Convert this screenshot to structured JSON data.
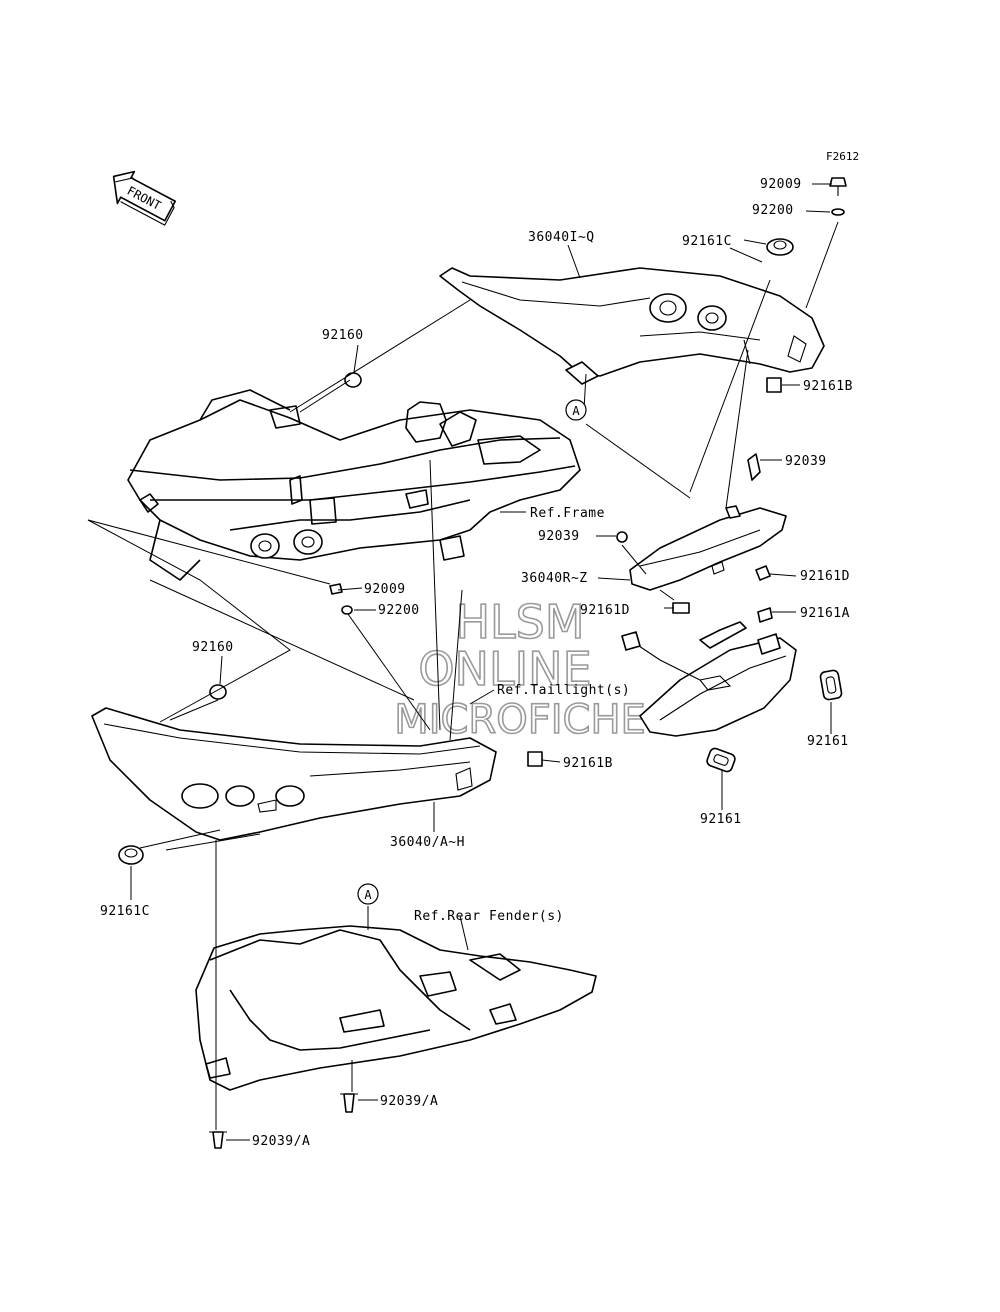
{
  "figure_code": "F2612",
  "direction_label": "FRONT",
  "parts": [
    {
      "id": "p-92009-top",
      "number": "92009"
    },
    {
      "id": "p-92200-top",
      "number": "92200"
    },
    {
      "id": "p-92161C-top",
      "number": "92161C"
    },
    {
      "id": "p-36040I-Q",
      "number": "36040I~Q"
    },
    {
      "id": "p-92160-top",
      "number": "92160"
    },
    {
      "id": "p-92161B-right",
      "number": "92161B"
    },
    {
      "id": "p-92039-right",
      "number": "92039"
    },
    {
      "id": "p-92039-mid",
      "number": "92039"
    },
    {
      "id": "p-36040R-Z",
      "number": "36040R~Z"
    },
    {
      "id": "p-92161D-right",
      "number": "92161D"
    },
    {
      "id": "p-92161D-mid",
      "number": "92161D"
    },
    {
      "id": "p-92161A",
      "number": "92161A"
    },
    {
      "id": "p-92009-mid",
      "number": "92009"
    },
    {
      "id": "p-92200-mid",
      "number": "92200"
    },
    {
      "id": "p-92160-mid",
      "number": "92160"
    },
    {
      "id": "p-92161-right",
      "number": "92161"
    },
    {
      "id": "p-92161-low",
      "number": "92161"
    },
    {
      "id": "p-92161B-mid",
      "number": "92161B"
    },
    {
      "id": "p-36040A-H",
      "number": "36040/A~H"
    },
    {
      "id": "p-92161C-low",
      "number": "92161C"
    },
    {
      "id": "p-92039A-mid",
      "number": "92039/A"
    },
    {
      "id": "p-92039A-low",
      "number": "92039/A"
    }
  ],
  "references": {
    "frame": "Ref.Frame",
    "taillight": "Ref.Taillight(s)",
    "rear_fender": "Ref.Rear Fender(s)"
  },
  "callouts": {
    "a_top": "A",
    "a_bottom": "A"
  },
  "watermark": {
    "line1": "HLSM",
    "line2": "ONLINE",
    "line3": "MICROFICHE"
  }
}
